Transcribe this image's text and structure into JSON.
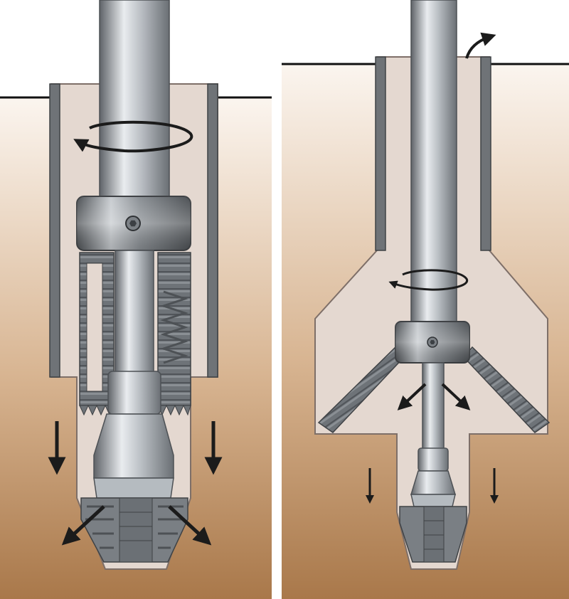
{
  "figure": {
    "panels": [
      {
        "id": "left",
        "state": "reamer-arms-closed",
        "rotation": "counterclockwise"
      },
      {
        "id": "right",
        "state": "reamer-arms-expanded",
        "rotation": "counterclockwise"
      }
    ]
  },
  "colors": {
    "background": "#ffffff",
    "ground_top": "#fbf5ef",
    "ground_mid": "#d8b592",
    "ground_bottom": "#a9784a",
    "bore_fill": "#e4d8d0",
    "bore_stroke": "#7e6f68",
    "casing": "#6f7377",
    "casing_edge": "#3f4245",
    "steel_dark": "#5f6368",
    "steel_mid": "#9aa0a6",
    "steel_light": "#e9ecef",
    "tooth": "#6e7378",
    "arrow": "#1b1b1b",
    "surface_line": "#111111"
  },
  "icons": [
    "rotation-arrow-icon",
    "down-arrow-icon",
    "diagonal-arrow-icon",
    "curved-arrow-icon",
    "hex-bolt-icon"
  ]
}
